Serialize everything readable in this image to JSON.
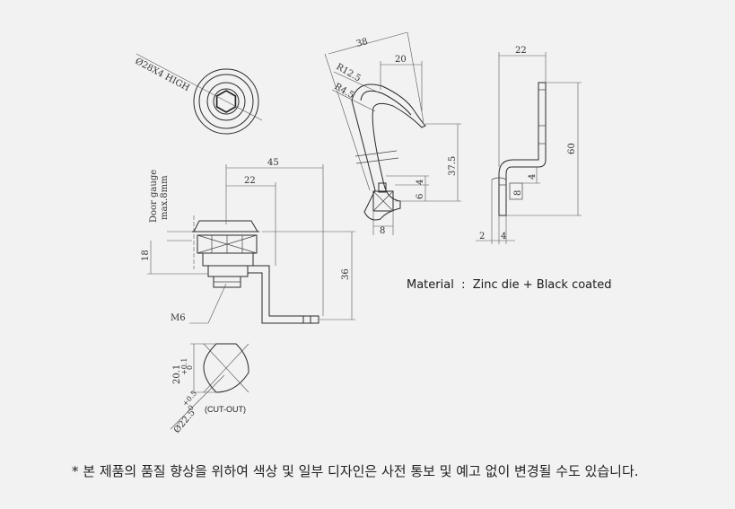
{
  "top_view": {
    "hex_label": "Ø28X4 HIGH"
  },
  "side_view": {
    "door_gauge_line1": "Door gauge",
    "door_gauge_line2": "max.8mm",
    "dim_overall_length": "45",
    "dim_inner_length": "22",
    "dim_height_left": "18",
    "dim_height_right": "36",
    "thread_label": "M6"
  },
  "cutout_view": {
    "dim_flat": "20.1",
    "dim_flat_tol_upper": "+0.1",
    "dim_flat_tol_lower": "0",
    "dim_dia": "Ø22.5",
    "dim_dia_tol_upper": "+0.5",
    "dim_dia_tol_lower": "0",
    "cutout_label": "(CUT-OUT)"
  },
  "hook_view": {
    "dim_38": "38",
    "dim_20": "20",
    "dim_r125": "R12.5",
    "dim_r45": "R4.5",
    "dim_375": "37.5",
    "dim_6": "6",
    "dim_4": "4",
    "dim_8": "8"
  },
  "cam_view": {
    "dim_22": "22",
    "dim_60": "60",
    "dim_4_top": "4",
    "dim_8": "8",
    "dim_2": "2",
    "dim_4_bottom": "4"
  },
  "material_text": "Material  :  Zinc die + Black coated",
  "footnote": "* 본 제품의 품질 향상을 위하여 색상 및 일부 디자인은 사전 통보 및 예고 없이 변경될 수도 있습니다."
}
